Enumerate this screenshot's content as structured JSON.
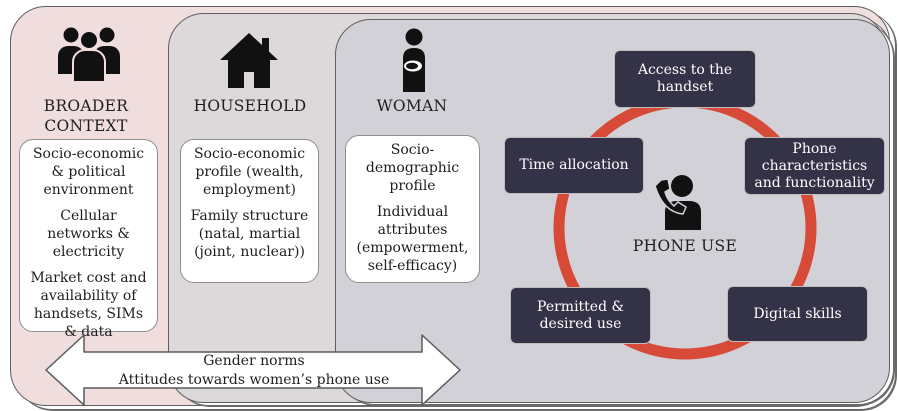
{
  "levels": {
    "broader": {
      "title_line1": "BROADER",
      "title_line2": "CONTEXT",
      "icon": "group-people-icon",
      "items": [
        "Socio-economic & political environment",
        "Cellular networks & electricity",
        "Market cost and availability of handsets, SIMs & data"
      ]
    },
    "household": {
      "title": "HOUSEHOLD",
      "icon": "house-icon",
      "items": [
        "Socio-economic profile (wealth, employment)",
        "Family structure (natal, martial (joint, nuclear))"
      ]
    },
    "woman": {
      "title": "WOMAN",
      "icon": "woman-with-baby-icon",
      "items": [
        "Socio-demographic profile",
        "Individual attributes (empowerment, self-efficacy)"
      ]
    }
  },
  "phone_use": {
    "label": "PHONE USE",
    "icon": "person-on-phone-icon",
    "factors": {
      "access": "Access to the handset",
      "characteristics": "Phone characteristics and functionality",
      "skills": "Digital skills",
      "permitted": "Permitted & desired use",
      "time": "Time allocation"
    }
  },
  "norms": {
    "line1": "Gender norms",
    "line2": "Attitudes towards women’s phone use"
  },
  "colors": {
    "broader_bg": "#f0dede",
    "household_bg": "#ddd8da",
    "woman_bg": "#d3d1d8",
    "factor_box": "#343247",
    "cycle_ring": "#d64a37"
  }
}
